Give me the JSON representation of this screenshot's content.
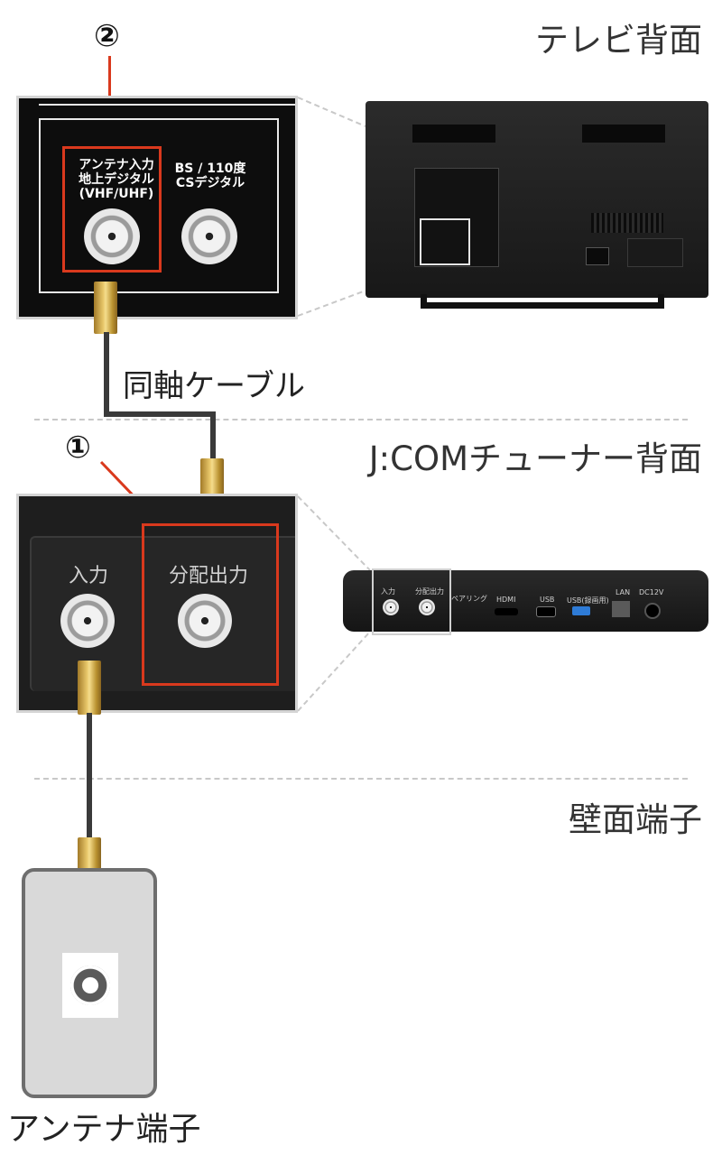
{
  "sections": {
    "tv_rear": "テレビ背面",
    "tuner_rear": "J:COMチューナー背面",
    "wall_outlet": "壁面端子"
  },
  "markers": {
    "one": "①",
    "two": "②"
  },
  "cable_label": "同軸ケーブル",
  "tv_ports": {
    "antenna_input": "アンテナ入力\n地上デジタル\n(VHF/UHF)",
    "bs_cs": "BS / 110度\nCSデジタル"
  },
  "tuner_ports": {
    "input": "入力",
    "split_output": "分配出力",
    "pairing": "ペアリング",
    "hdmi": "HDMI",
    "usb": "USB",
    "usb_rec": "USB(録画用)",
    "lan": "LAN",
    "dc": "DC12V"
  },
  "wall_label": "アンテナ端子",
  "colors": {
    "highlight": "#d9391d",
    "cable": "#3a3a3a"
  }
}
